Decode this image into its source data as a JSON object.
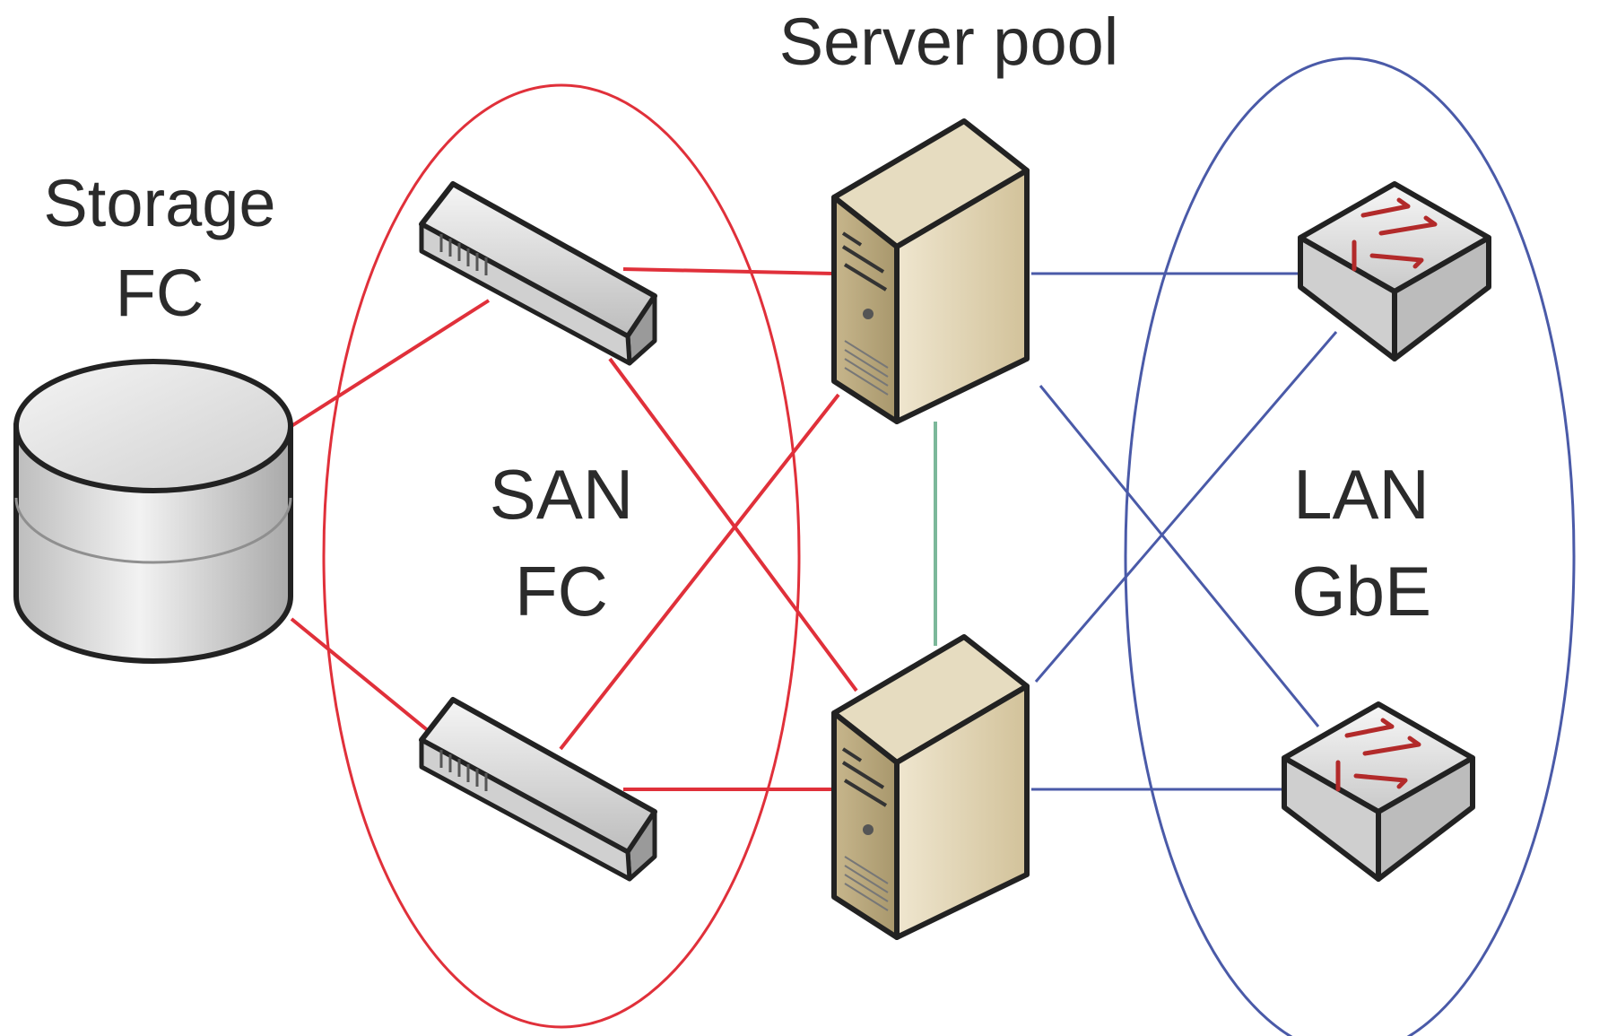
{
  "labels": {
    "server_pool": "Server pool",
    "storage_line1": "Storage",
    "storage_line2": "FC",
    "san_line1": "SAN",
    "san_line2": "FC",
    "lan_line1": "LAN",
    "lan_line2": "GbE"
  },
  "colors": {
    "san_link": "#e0303a",
    "lan_link": "#4a5aa8",
    "heartbeat_link": "#7cb89a",
    "san_ellipse": "#e0303a",
    "lan_ellipse": "#4a5aa8"
  },
  "icons": {
    "storage": "disk-storage-icon",
    "fc_switch": "fc-switch-icon",
    "server": "tower-server-icon",
    "lan_switch": "network-switch-icon"
  }
}
